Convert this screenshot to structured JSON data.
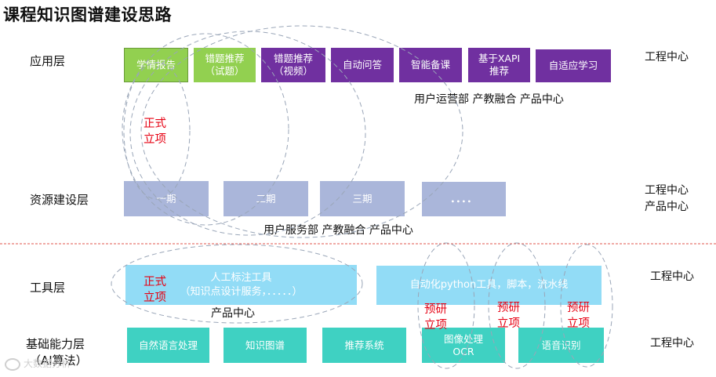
{
  "title": "课程知识图谱建设思路",
  "layers": {
    "application": "应用层",
    "resource": "资源建设层",
    "tool": "工具层",
    "base_line1": "基础能力层",
    "base_line2": "（AI算法）"
  },
  "application_boxes": [
    {
      "line1": "学情报告",
      "line2": ""
    },
    {
      "line1": "错题推荐",
      "line2": "（试题）"
    },
    {
      "line1": "错题推荐",
      "line2": "（视频）"
    },
    {
      "line1": "自动问答",
      "line2": ""
    },
    {
      "line1": "智能备课",
      "line2": ""
    },
    {
      "line1": "基于XAPI",
      "line2": "推荐"
    },
    {
      "line1": "自适应学习",
      "line2": ""
    }
  ],
  "resource_boxes": [
    "一期",
    "二期",
    "三期",
    "．．．．"
  ],
  "tool_boxes": [
    {
      "line1": "人工标注工具",
      "line2": "（知识点设计服务，．．．．．）"
    },
    {
      "line1": "自动化python工具，脚本，流水线",
      "line2": ""
    }
  ],
  "base_boxes": [
    {
      "line1": "自然语言处理",
      "line2": ""
    },
    {
      "line1": "知识图谱",
      "line2": ""
    },
    {
      "line1": "推荐系统",
      "line2": ""
    },
    {
      "line1": "图像处理",
      "line2": "OCR"
    },
    {
      "line1": "语音识别",
      "line2": ""
    }
  ],
  "notes": {
    "app_depts": "用户运营部  产教融合  产品中心",
    "resource_depts": "用户服务部  产教融合  产品中心",
    "tool_dept": "产品中心"
  },
  "red_labels": {
    "app_project": [
      "正式",
      "立项"
    ],
    "tool_project": [
      "正式",
      "立项"
    ],
    "research": [
      "预研",
      "立项"
    ]
  },
  "right_headers": {
    "application": [
      "工程中心"
    ],
    "resource": [
      "工程中心",
      "产品中心"
    ],
    "tool": [
      "工程中心"
    ],
    "base": [
      "工程中心"
    ]
  },
  "watermark": "大数据分析",
  "colors": {
    "green": "#92d050",
    "purple": "#7030a0",
    "resource_blue": "#aab6da",
    "tool_blue": "#92dcf6",
    "teal": "#3fd1c2",
    "red_text": "#e60012",
    "divider": "#e0554b"
  }
}
